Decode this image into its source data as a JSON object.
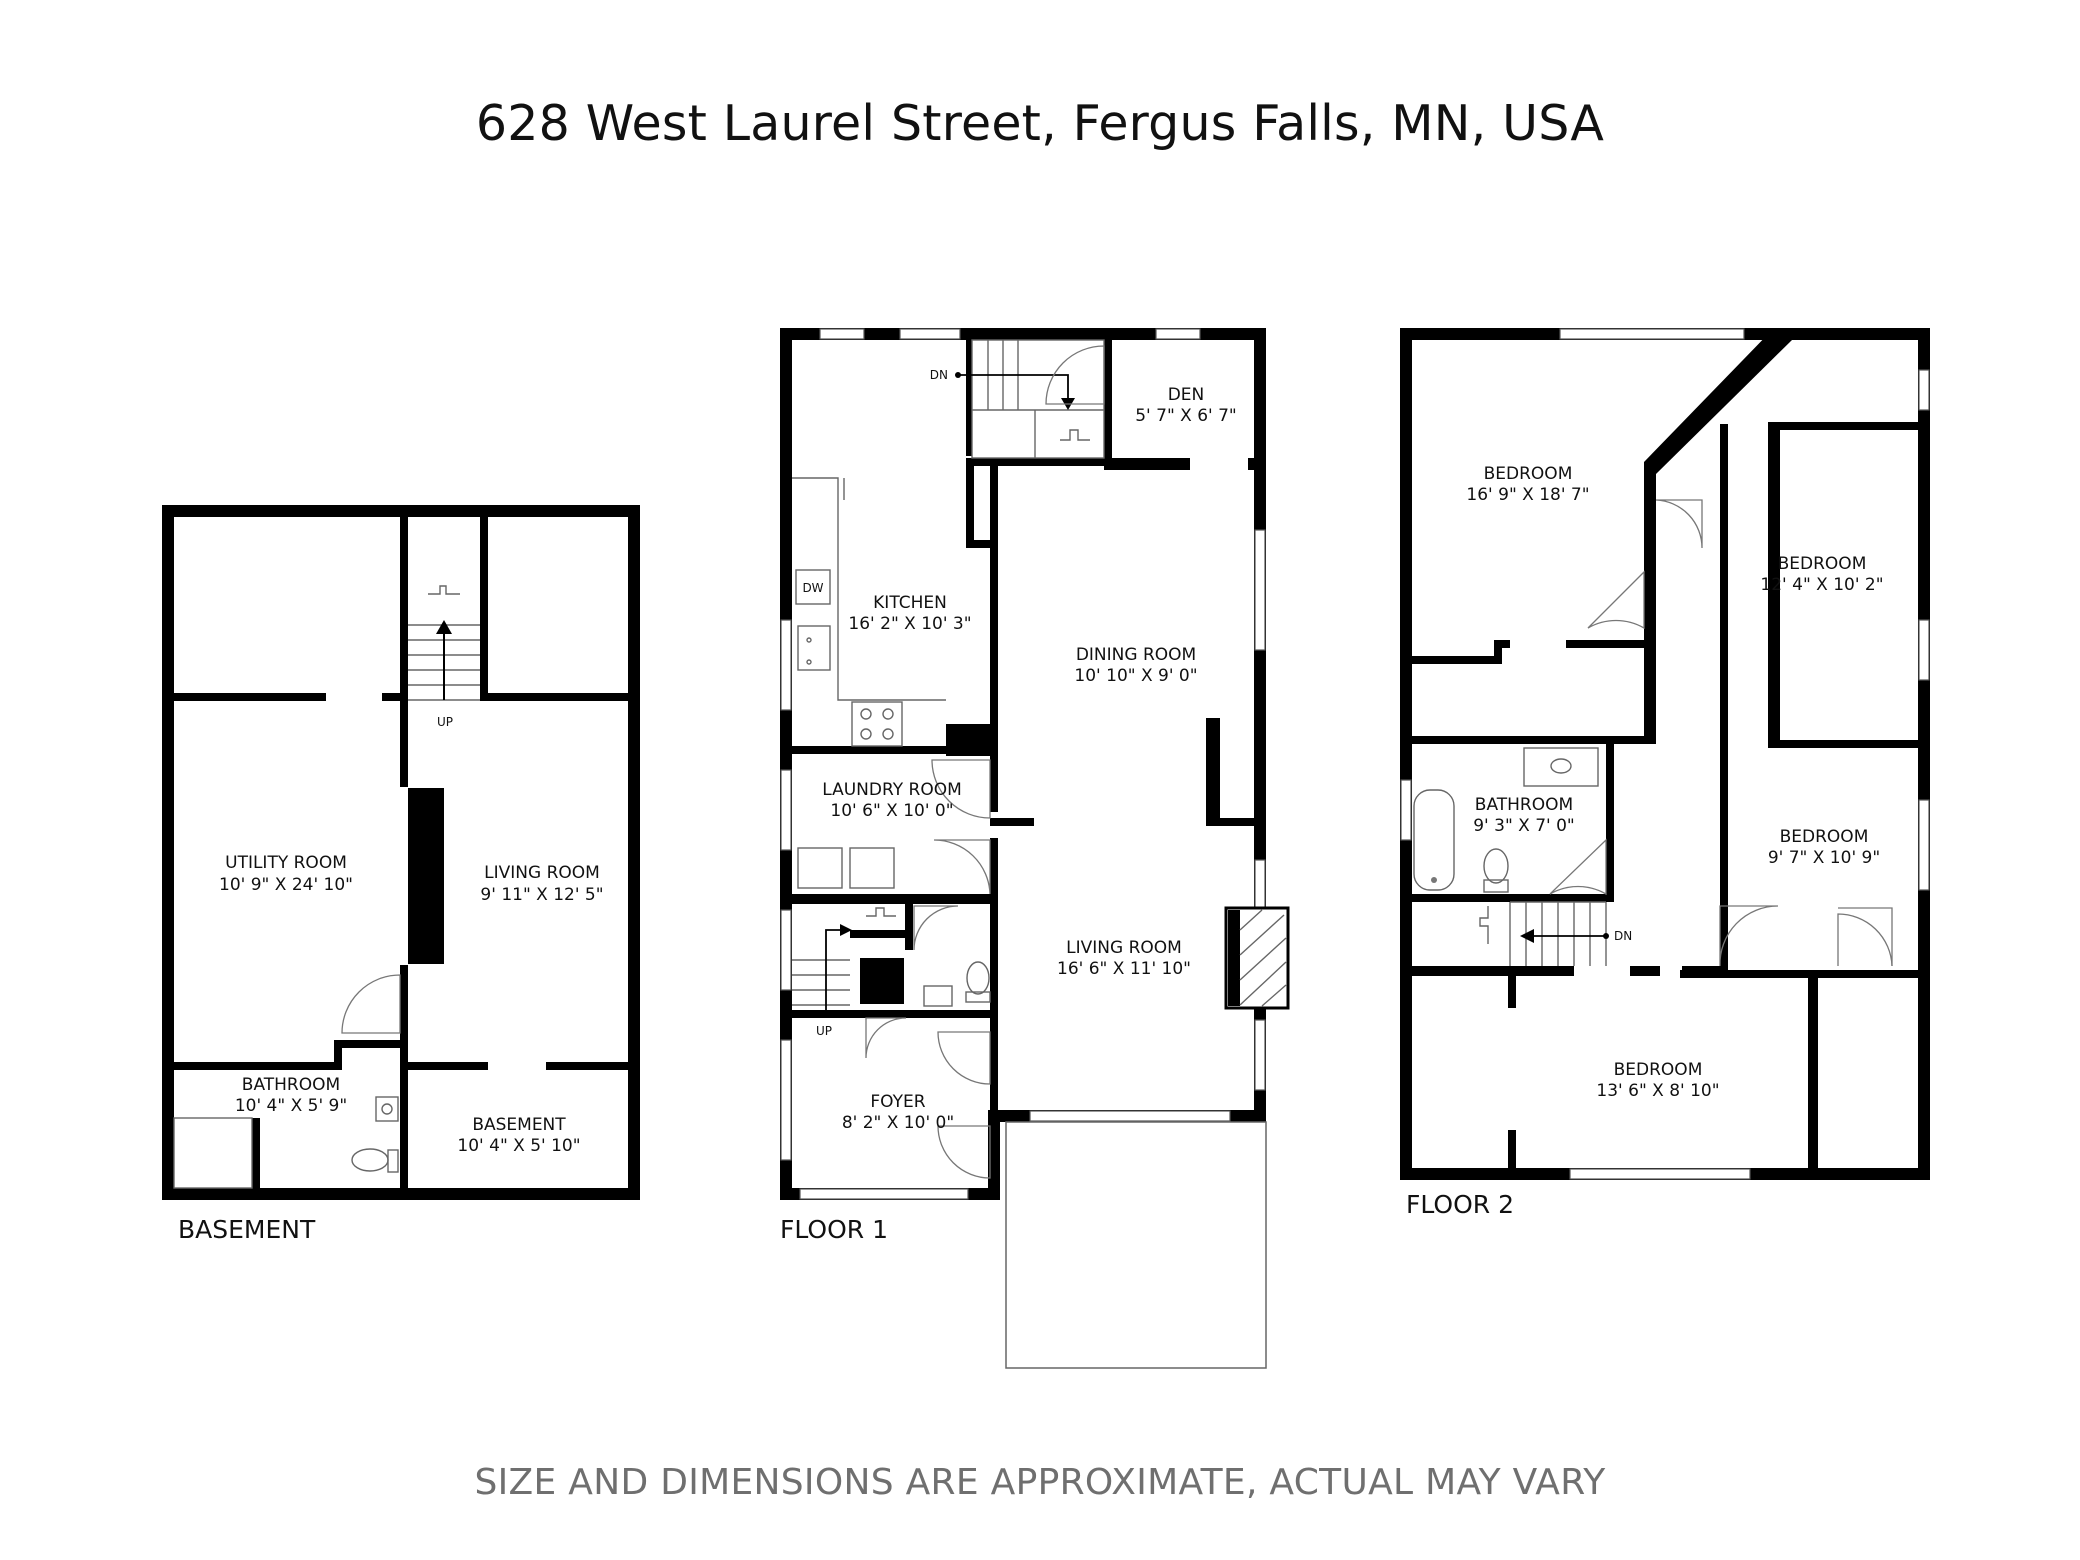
{
  "title": "628 West Laurel Street, Fergus Falls, MN, USA",
  "footer_note": "SIZE AND DIMENSIONS ARE APPROXIMATE, ACTUAL MAY VARY",
  "floors": {
    "basement": {
      "label": "BASEMENT",
      "stair_label": "UP",
      "rooms": [
        {
          "name": "UTILITY ROOM",
          "size": "10' 9\" X 24' 10\""
        },
        {
          "name": "LIVING ROOM",
          "size": "9' 11\" X 12' 5\""
        },
        {
          "name": "BATHROOM",
          "size": "10' 4\" X 5' 9\""
        },
        {
          "name": "BASEMENT",
          "size": "10' 4\" X 5' 10\""
        }
      ]
    },
    "floor1": {
      "label": "FLOOR 1",
      "stair_down_label": "DN",
      "stair_up_label": "UP",
      "appliance_label": "DW",
      "rooms": [
        {
          "name": "DEN",
          "size": "5' 7\" X 6' 7\""
        },
        {
          "name": "KITCHEN",
          "size": "16' 2\" X 10' 3\""
        },
        {
          "name": "DINING ROOM",
          "size": "10' 10\" X 9' 0\""
        },
        {
          "name": "LAUNDRY ROOM",
          "size": "10' 6\" X 10' 0\""
        },
        {
          "name": "LIVING ROOM",
          "size": "16' 6\" X 11' 10\""
        },
        {
          "name": "FOYER",
          "size": "8' 2\" X 10' 0\""
        }
      ]
    },
    "floor2": {
      "label": "FLOOR 2",
      "stair_label": "DN",
      "rooms": [
        {
          "name": "BEDROOM",
          "size": "16' 9\" X 18' 7\""
        },
        {
          "name": "BEDROOM",
          "size": "12' 4\" X 10' 2\""
        },
        {
          "name": "BATHROOM",
          "size": "9' 3\" X 7' 0\""
        },
        {
          "name": "BEDROOM",
          "size": "9' 7\" X 10' 9\""
        },
        {
          "name": "BEDROOM",
          "size": "13' 6\" X 8' 10\""
        }
      ]
    }
  }
}
